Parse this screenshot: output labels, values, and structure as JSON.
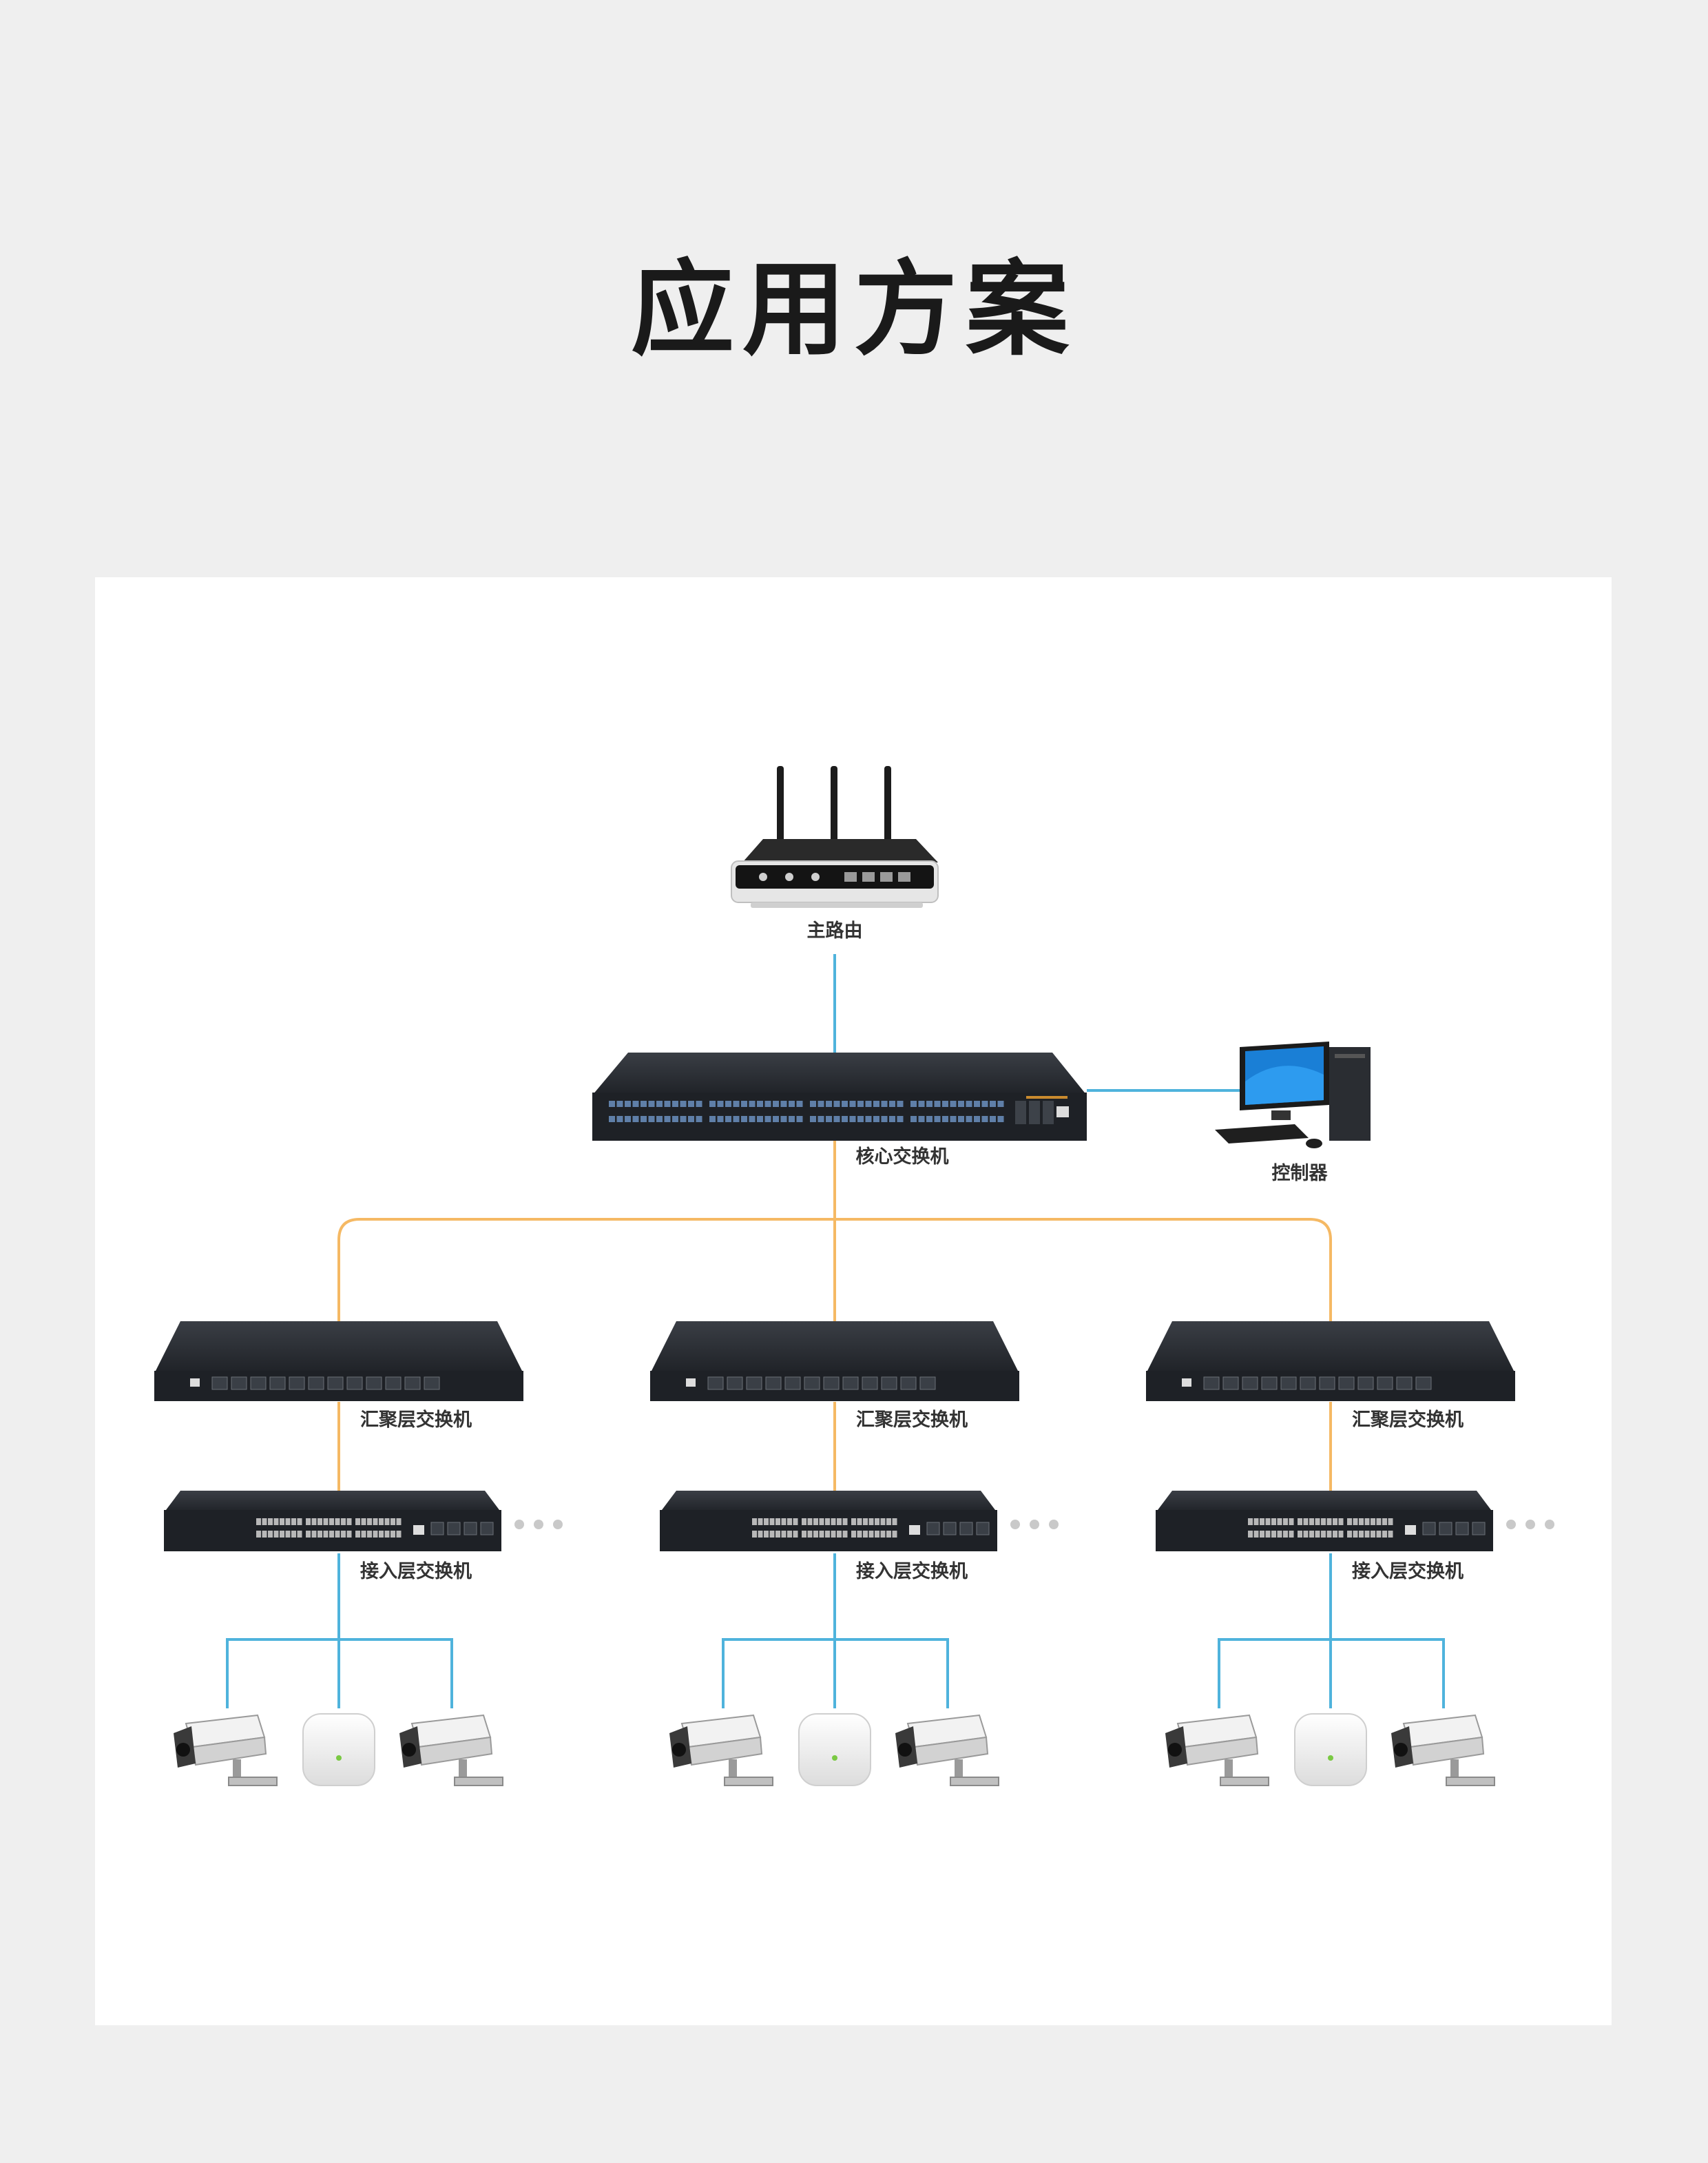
{
  "title": "应用方案",
  "colors": {
    "background": "#efefef",
    "panel": "#ffffff",
    "link_blue": "#4fb3dc",
    "link_orange": "#f5b964",
    "device_dark": "#26292e"
  },
  "diagram": {
    "router_label": "主路由",
    "core_switch_label": "核心交换机",
    "controller_label": "控制器",
    "aggregation_switch_label": "汇聚层交换机",
    "access_switch_label": "接入层交换机",
    "branches": [
      {
        "aggregation": "汇聚层交换机",
        "access": "接入层交换机",
        "endpoints": [
          "camera-icon",
          "access-point-icon",
          "camera-icon"
        ]
      },
      {
        "aggregation": "汇聚层交换机",
        "access": "接入层交换机",
        "endpoints": [
          "camera-icon",
          "access-point-icon",
          "camera-icon"
        ]
      },
      {
        "aggregation": "汇聚层交换机",
        "access": "接入层交换机",
        "endpoints": [
          "camera-icon",
          "access-point-icon",
          "camera-icon"
        ]
      }
    ]
  }
}
